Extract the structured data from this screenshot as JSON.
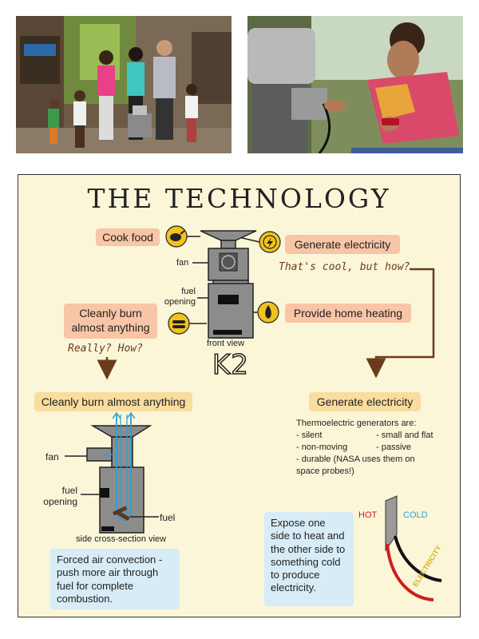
{
  "title": "THE TECHNOLOGY",
  "icons": {
    "cook": "chicken-icon",
    "electricity": "lightning-icon",
    "fuel": "wood-logs-icon",
    "heat": "flame-icon"
  },
  "top_diagram": {
    "cook_food": "Cook food",
    "generate_electricity": "Generate electricity",
    "cleanly_burn": "Cleanly burn almost anything",
    "provide_heating": "Provide home heating",
    "question_right": "That's cool, but how?",
    "question_left": "Really? How?",
    "fan_label": "fan",
    "fuel_opening_label": "fuel opening",
    "front_view_label": "front view",
    "model_name": "K2"
  },
  "bottom_left": {
    "heading": "Cleanly burn almost anything",
    "fan_label": "fan",
    "fuel_opening_label": "fuel opening",
    "fuel_label": "fuel",
    "view_label": "side cross-section view",
    "explanation": "Forced air convection - push more air through fuel for complete combustion."
  },
  "bottom_right": {
    "heading": "Generate electricity",
    "intro": "Thermoelectric generators are:",
    "col1": [
      "- silent",
      "- non-moving",
      "- durable (NASA uses them on space probes!)"
    ],
    "col2": [
      "small and flat",
      "- passive"
    ],
    "explanation": "Expose one side to heat and the other side to something cold to produce electricity.",
    "hot_label": "HOT",
    "cold_label": "COLD",
    "electricity_label": "ELECTRICITY"
  },
  "colors": {
    "panel_bg": "#fbf6d8",
    "salmon": "#f8c5a6",
    "cream": "#f8dd9e",
    "light_blue": "#d7ecf6",
    "icon_yellow": "#f2c21c",
    "arrow_brown": "#6b3b1c",
    "stove_gray": "#8c8c8c",
    "hot_red": "#cc1f1f",
    "cold_blue": "#2a9fd6",
    "electricity_gold": "#d9b21c"
  }
}
